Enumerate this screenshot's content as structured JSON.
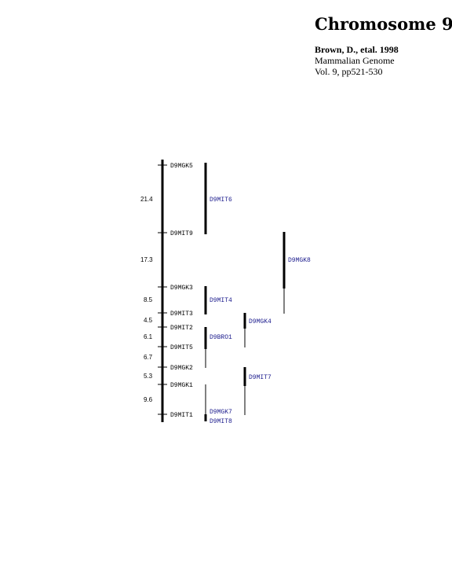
{
  "header": {
    "title": "Chromosome 9",
    "author": "Brown, D., etal. 1998",
    "journal": "Mammalian Genome",
    "volume": "Vol. 9, pp521-530"
  },
  "map": {
    "markers": [
      "D9MGK5",
      "D9MIT9",
      "D9MGK3",
      "D9MIT3",
      "D9MIT2",
      "D9MIT5",
      "D9MGK2",
      "D9MGK1",
      "D9MIT1"
    ],
    "distances": [
      "21.4",
      "17.3",
      "8.5",
      "4.5",
      "6.1",
      "6.7",
      "5.3",
      "9.6"
    ],
    "loci": [
      "D9MIT6",
      "D9MGK8",
      "D9MIT4",
      "D9MGK4",
      "D9BRO1",
      "D9MIT7",
      "D9MGK7",
      "D9MIT8"
    ],
    "colors": {
      "axis": "#000000",
      "locus_label": "#1a1a8c"
    }
  }
}
